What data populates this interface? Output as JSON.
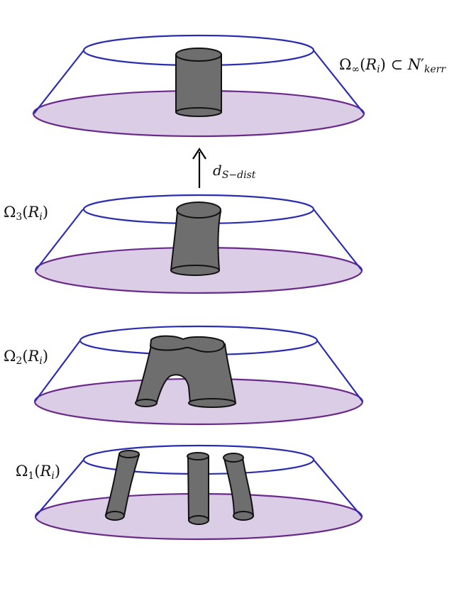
{
  "labels": {
    "omega_inf": {
      "base": "Ω",
      "sub": "∞",
      "arg_pre": "(",
      "arg_var": "R",
      "arg_sub": "i",
      "arg_post": ")",
      "rel": " ⊂ ",
      "target": "N",
      "target_prime": "′",
      "target_sub": "kerr"
    },
    "omega_3": {
      "base": "Ω",
      "sub": "3",
      "arg_pre": "(",
      "arg_var": "R",
      "arg_sub": "i",
      "arg_post": ")"
    },
    "omega_2": {
      "base": "Ω",
      "sub": "2",
      "arg_pre": "(",
      "arg_var": "R",
      "arg_sub": "i",
      "arg_post": ")"
    },
    "omega_1": {
      "base": "Ω",
      "sub": "1",
      "arg_pre": "(",
      "arg_var": "R",
      "arg_sub": "i",
      "arg_post": ")"
    },
    "arrow": {
      "var": "d",
      "sub": "S−dist"
    }
  },
  "colors": {
    "rim": "#2a2db0",
    "base_fill": "#dccde6",
    "base_stroke": "#6a2a8a",
    "tube_fill": "#6e6e6e",
    "tube_stroke": "#111111",
    "background": "#ffffff"
  }
}
